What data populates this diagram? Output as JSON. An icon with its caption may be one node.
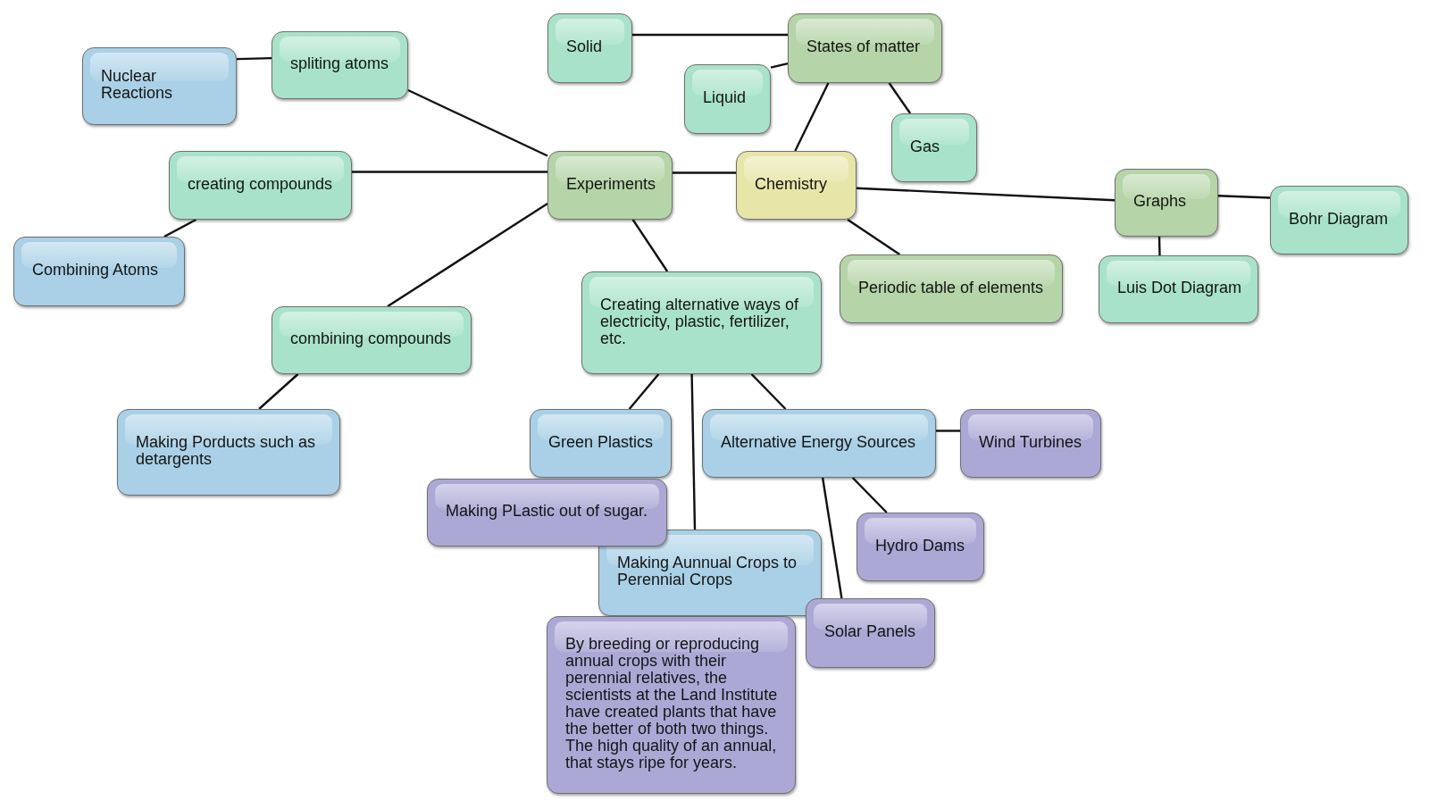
{
  "diagram": {
    "nodes": [
      {
        "text": [
          "Solid"
        ]
      },
      {
        "text": [
          "States of matter"
        ]
      },
      {
        "text": [
          "spliting atoms"
        ]
      },
      {
        "text": [
          "Nuclear Reactions"
        ]
      },
      {
        "text": [
          "Liquid"
        ]
      },
      {
        "text": [
          "Gas"
        ]
      },
      {
        "text": [
          "creating compounds"
        ]
      },
      {
        "text": [
          "Experiments"
        ]
      },
      {
        "text": [
          "Chemistry"
        ]
      },
      {
        "text": [
          "Graphs"
        ]
      },
      {
        "text": [
          "Bohr Diagram"
        ]
      },
      {
        "text": [
          "Combining Atoms"
        ]
      },
      {
        "text": [
          "Periodic table of elements"
        ]
      },
      {
        "text": [
          "Luis Dot Diagram"
        ]
      },
      {
        "text": [
          "Creating alternative ways of electricity, plastic, fertilizer, etc."
        ]
      },
      {
        "text": [
          "combining compounds"
        ]
      },
      {
        "text": [
          "Making Porducts such as detargents"
        ]
      },
      {
        "text": [
          "Green Plastics"
        ]
      },
      {
        "text": [
          "Alternative Energy Sources"
        ]
      },
      {
        "text": [
          "Wind Turbines"
        ]
      },
      {
        "text": [
          "Making PLastic out of sugar."
        ]
      },
      {
        "text": [
          "Hydro Dams"
        ]
      },
      {
        "text": [
          "Making Aunnual Crops to Perennial Crops"
        ]
      },
      {
        "text": [
          "Solar Panels"
        ]
      },
      {
        "text": [
          "By breeding or reproducing annual crops with their perennial relatives, the scientists at the Land Institute have created plants that have the better of both two things. The high quality of an annual, that stays ripe for years."
        ]
      }
    ],
    "edges": [
      {
        "from": 2,
        "to": 3,
        "arrow": "none"
      },
      {
        "from": 7,
        "to": 2,
        "arrow": "none"
      },
      {
        "from": 7,
        "to": 6,
        "arrow": "none"
      },
      {
        "from": 6,
        "to": 11,
        "arrow": "none"
      },
      {
        "from": 7,
        "to": 15,
        "arrow": "none"
      },
      {
        "from": 15,
        "to": 16,
        "arrow": "none"
      },
      {
        "from": 7,
        "to": 8,
        "arrow": "none"
      },
      {
        "from": 7,
        "to": 14,
        "arrow": "none"
      },
      {
        "from": 1,
        "to": 0,
        "arrow": "none"
      },
      {
        "from": 1,
        "to": 4,
        "arrow": "none"
      },
      {
        "from": 1,
        "to": 8,
        "arrow": "none"
      },
      {
        "from": 1,
        "to": 5,
        "arrow": "none"
      },
      {
        "from": 8,
        "to": 9,
        "arrow": "none"
      },
      {
        "from": 8,
        "to": 12,
        "arrow": "none"
      },
      {
        "from": 9,
        "to": 10,
        "arrow": "none"
      },
      {
        "from": 9,
        "to": 13,
        "arrow": "none"
      },
      {
        "from": 14,
        "to": 17,
        "arrow": "none"
      },
      {
        "from": 14,
        "to": 18,
        "arrow": "none"
      },
      {
        "from": 14,
        "to": 22,
        "arrow": "none"
      },
      {
        "from": 18,
        "to": 19,
        "arrow": "none"
      },
      {
        "from": 18,
        "to": 21,
        "arrow": "none"
      },
      {
        "from": 18,
        "to": 23,
        "arrow": "none"
      }
    ]
  }
}
